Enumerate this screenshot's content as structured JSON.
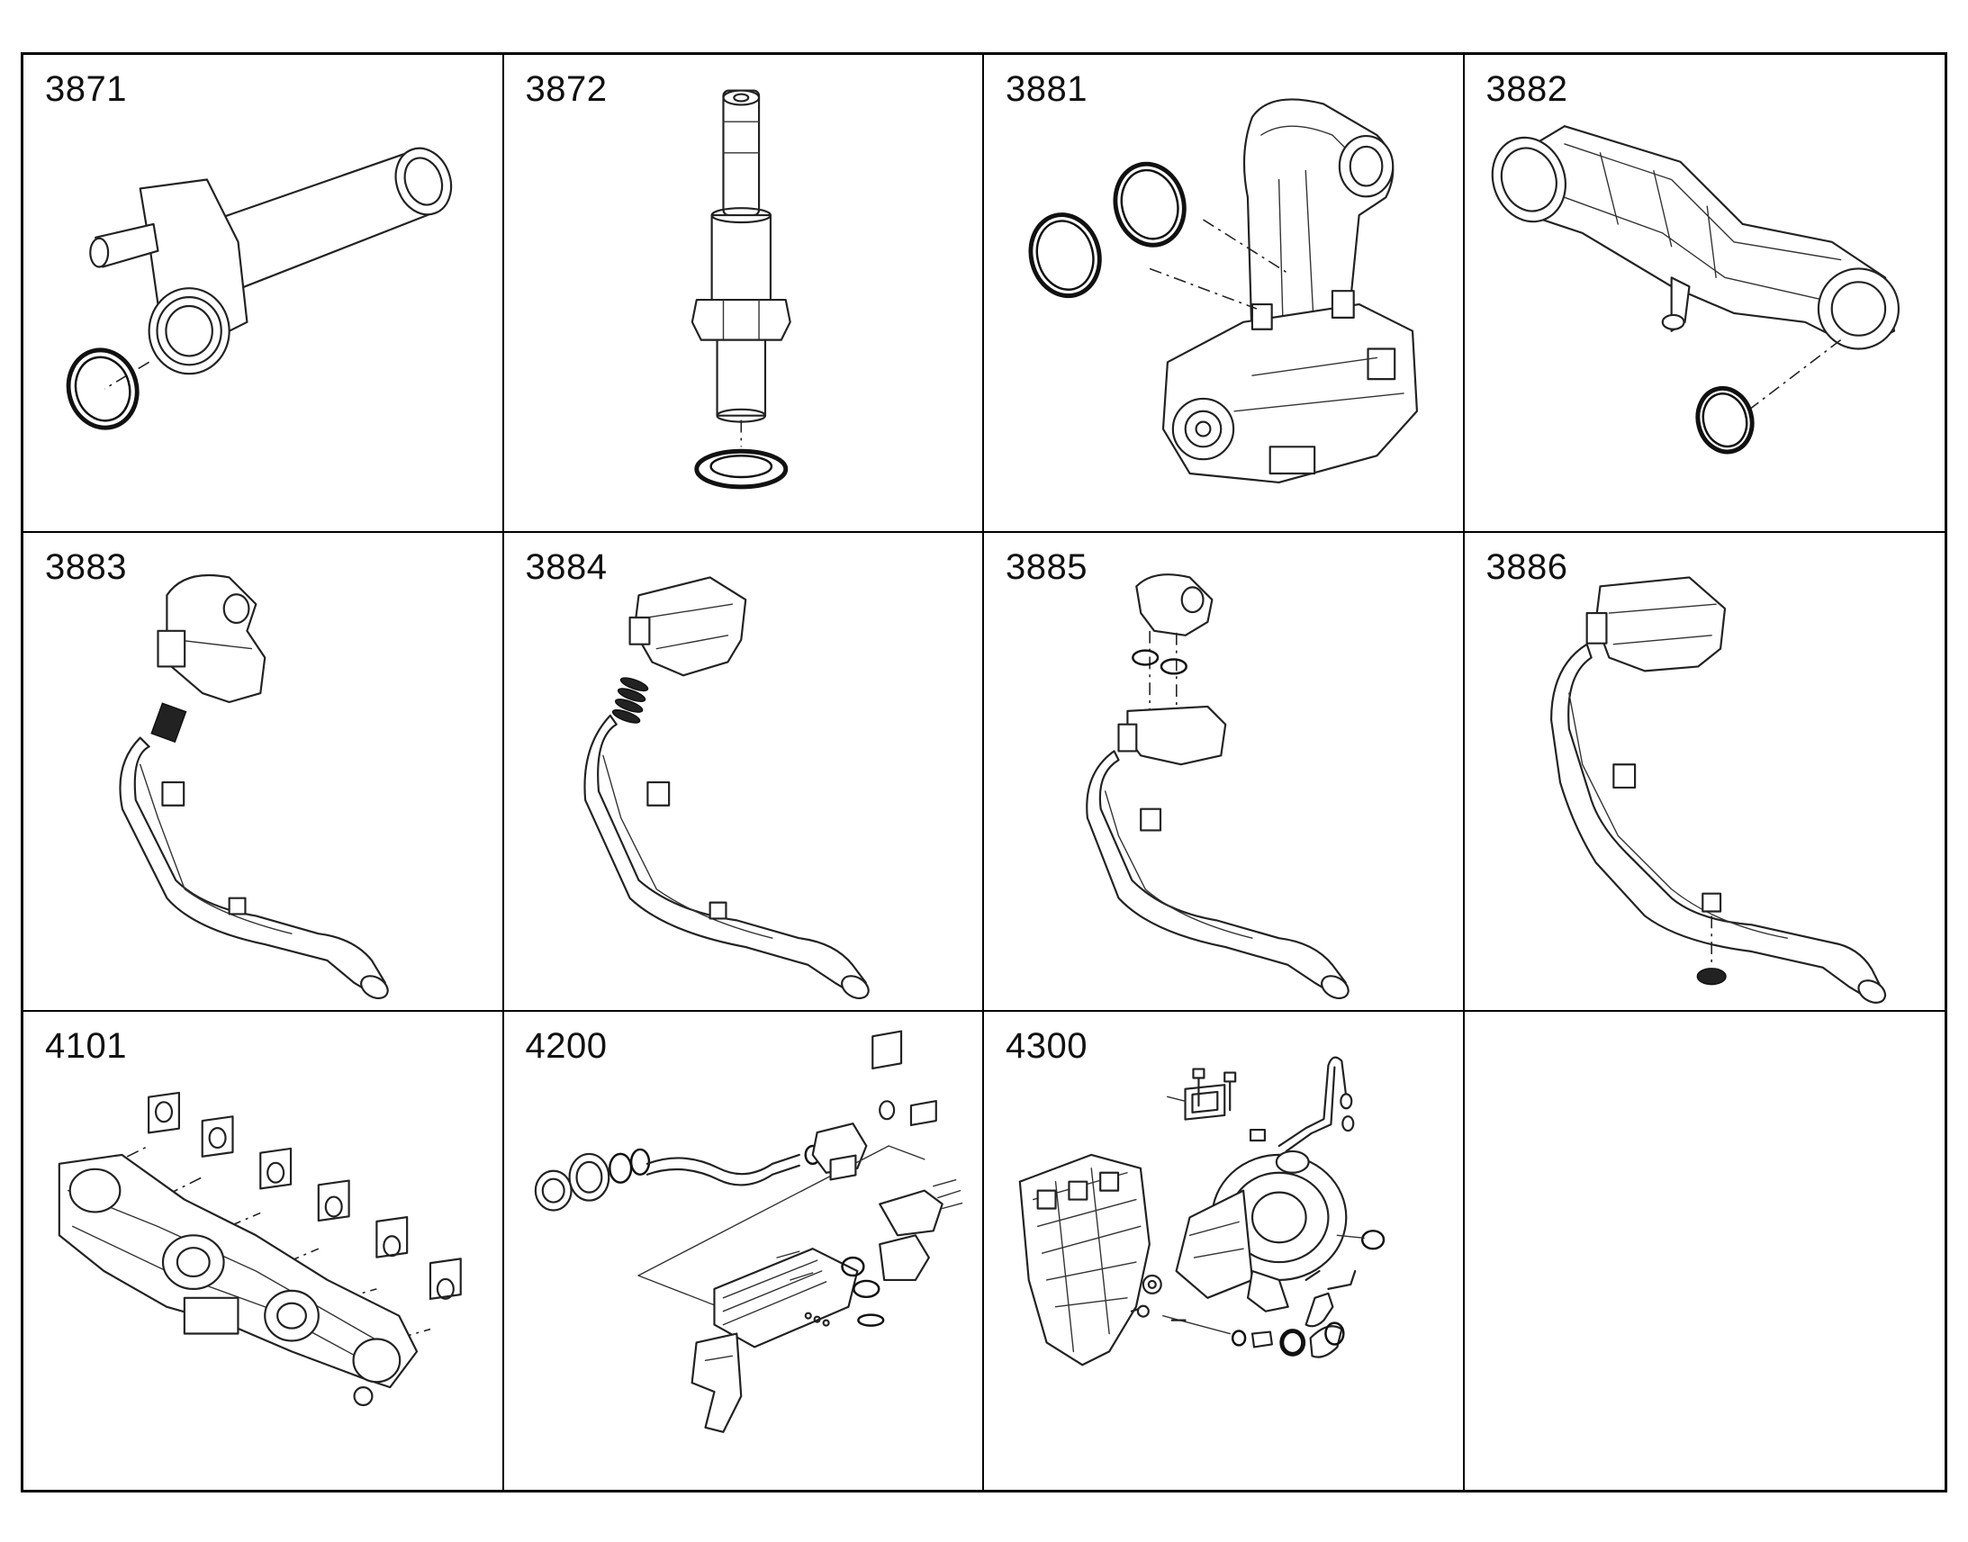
{
  "cells": [
    {
      "number": "3871",
      "icon": "water-pipe-with-o-ring-icon"
    },
    {
      "number": "3872",
      "icon": "connector-stud-with-seal-washer-icon"
    },
    {
      "number": "3881",
      "icon": "thermostat-housing-with-o-rings-icon"
    },
    {
      "number": "3882",
      "icon": "coolant-manifold-with-o-ring-icon"
    },
    {
      "number": "3883",
      "icon": "pipe-and-elbow-with-sleeve-icon"
    },
    {
      "number": "3884",
      "icon": "pipe-and-housing-with-seals-icon"
    },
    {
      "number": "3885",
      "icon": "pipe-and-elbow-with-o-rings-icon"
    },
    {
      "number": "3886",
      "icon": "pipe-and-housing-with-plug-icon"
    },
    {
      "number": "4101",
      "icon": "exhaust-manifold-with-gaskets-icon"
    },
    {
      "number": "4200",
      "icon": "egr-cooler-assembly-icon"
    },
    {
      "number": "4300",
      "icon": "turbocharger-assembly-icon"
    },
    {
      "number": "",
      "icon": ""
    }
  ]
}
